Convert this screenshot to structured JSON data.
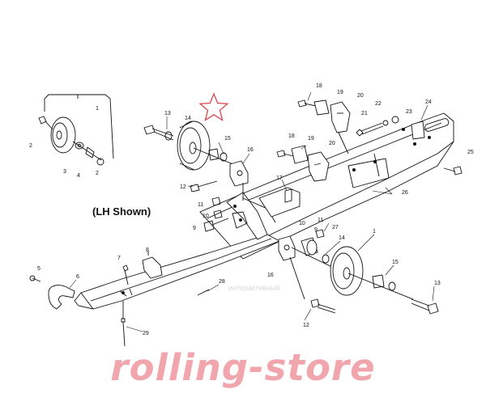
{
  "diagram": {
    "caption": "(LH Shown)",
    "watermark": "интерактивный",
    "brand": "rolling-store",
    "brand_color": "#f1a6ad",
    "highlight_color": "#d9484f",
    "callouts": [
      "1",
      "2",
      "3",
      "4",
      "2",
      "13",
      "14",
      "15",
      "16",
      "12",
      "11",
      "10",
      "9",
      "18",
      "19",
      "20",
      "18",
      "19",
      "20",
      "21",
      "22",
      "23",
      "24",
      "25",
      "26",
      "17",
      "11",
      "10",
      "27",
      "9",
      "14",
      "1",
      "8",
      "7",
      "6",
      "5",
      "28",
      "29",
      "16",
      "15",
      "13",
      "12"
    ]
  }
}
